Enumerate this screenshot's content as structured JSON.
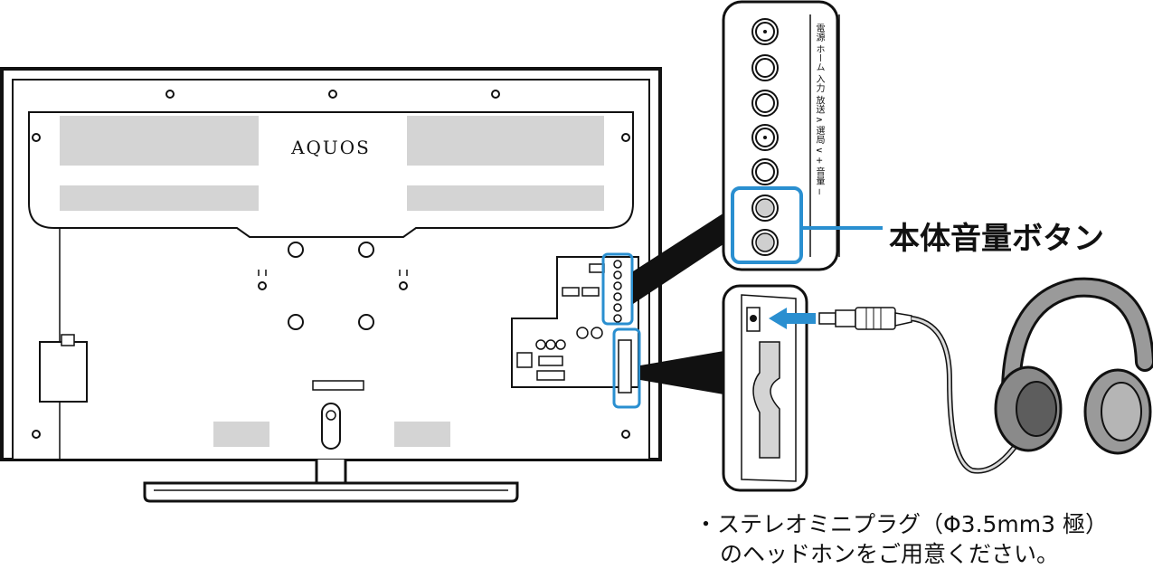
{
  "brand": {
    "tv_logo": "AQUOS"
  },
  "callout": {
    "label": "本体音量ボタン"
  },
  "panel_labels": [
    "電源",
    "ホーム",
    "入力",
    "放送",
    "∧",
    "選局",
    "∨",
    "+",
    "音量",
    "−"
  ],
  "note": {
    "line1": "・ステレオミニプラグ（Φ3.5mm3 極）",
    "line2": "のヘッドホンをご用意ください。"
  },
  "colors": {
    "highlight": "#2a8fd0",
    "gray_panel": "#d4d4d4",
    "outline": "#111111",
    "tv_body": "#ffffff"
  }
}
